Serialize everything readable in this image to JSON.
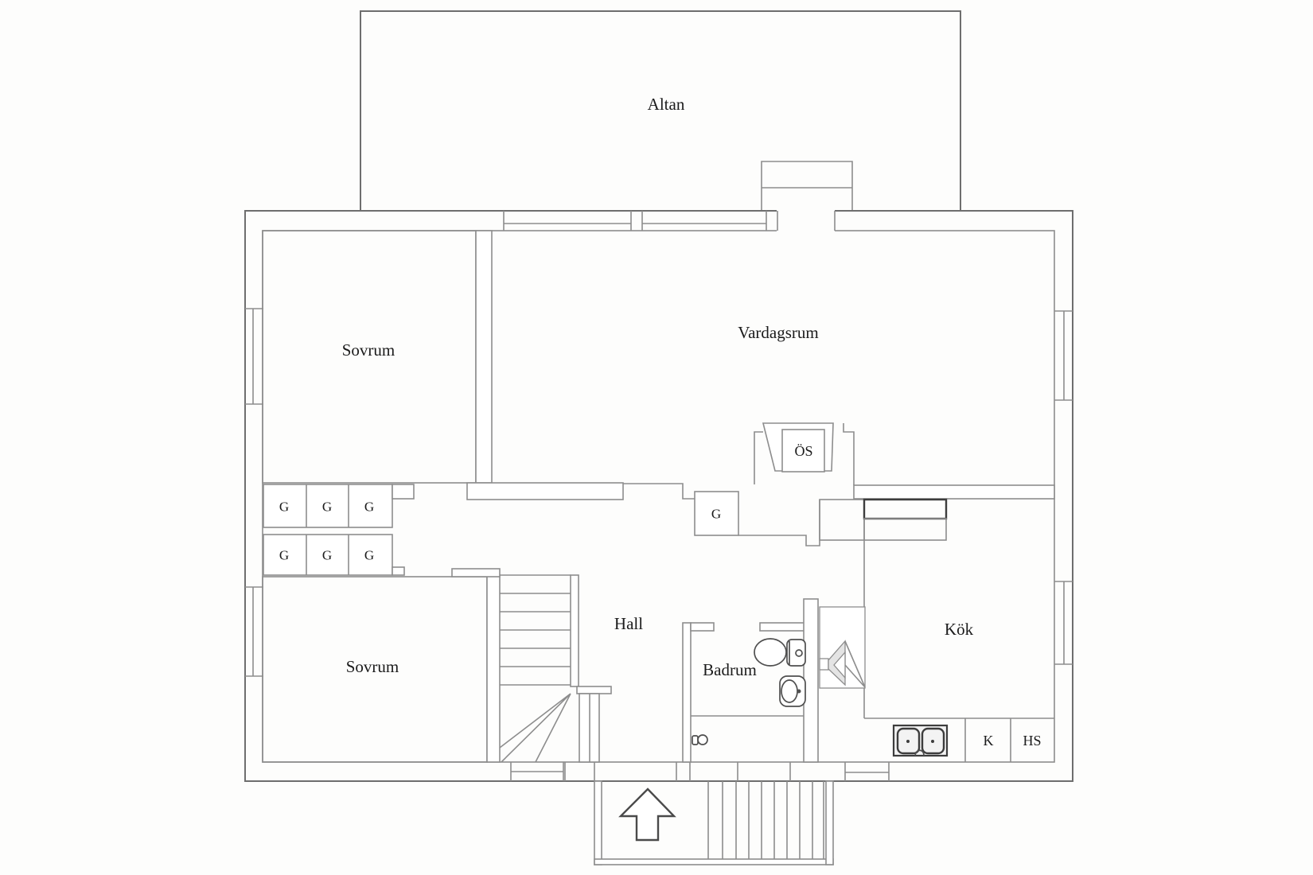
{
  "plan": {
    "type": "floor-plan",
    "language": "Swedish",
    "colors": {
      "background": "#fdfdfc",
      "outer_wall": "#6e6e6e",
      "inner_wall": "#8d8d8d",
      "fixture": "#4f4f4f",
      "counter_dark": "#3d3d3d",
      "text": "#1b1b1b",
      "heater_fill": "#e4e4e4"
    },
    "labels": {
      "altan": {
        "text": "Altan"
      },
      "sovrum_top": {
        "text": "Sovrum"
      },
      "vardagsrum": {
        "text": "Vardagsrum"
      },
      "sovrum_bottom": {
        "text": "Sovrum"
      },
      "hall": {
        "text": "Hall"
      },
      "badrum": {
        "text": "Badrum"
      },
      "kok": {
        "text": "Kök"
      },
      "os": {
        "text": "ÖS"
      },
      "g_row1": [
        "G",
        "G",
        "G"
      ],
      "g_row2": [
        "G",
        "G",
        "G"
      ],
      "g_hall": {
        "text": "G"
      },
      "k": {
        "text": "K"
      },
      "hs": {
        "text": "HS"
      }
    }
  }
}
